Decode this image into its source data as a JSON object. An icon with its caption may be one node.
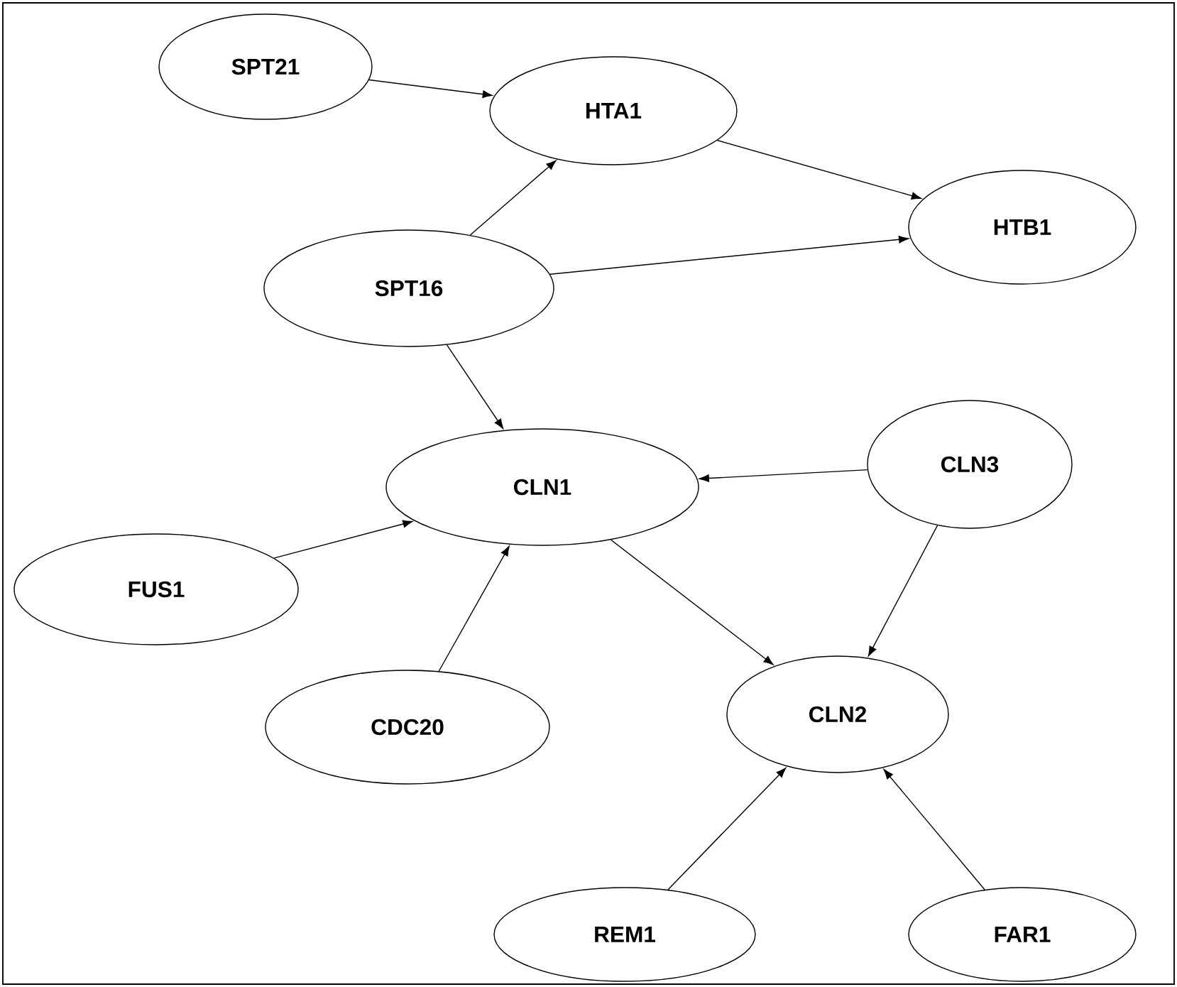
{
  "diagram": {
    "nodes": [
      {
        "text": [
          "SPT21"
        ]
      },
      {
        "text": [
          "HTA1"
        ]
      },
      {
        "text": [
          "HTB1"
        ]
      },
      {
        "text": [
          "SPT16"
        ]
      },
      {
        "text": [
          "CLN1"
        ]
      },
      {
        "text": [
          "CLN3"
        ]
      },
      {
        "text": [
          "FUS1"
        ]
      },
      {
        "text": [
          "CDC20"
        ]
      },
      {
        "text": [
          "CLN2"
        ]
      },
      {
        "text": [
          "REM1"
        ]
      },
      {
        "text": [
          "FAR1"
        ]
      }
    ],
    "edges": [
      {
        "from": 0,
        "to": 1,
        "arrow": "to"
      },
      {
        "from": 1,
        "to": 2,
        "arrow": "to"
      },
      {
        "from": 3,
        "to": 1,
        "arrow": "to"
      },
      {
        "from": 3,
        "to": 2,
        "arrow": "to"
      },
      {
        "from": 3,
        "to": 4,
        "arrow": "to"
      },
      {
        "from": 5,
        "to": 4,
        "arrow": "to"
      },
      {
        "from": 6,
        "to": 4,
        "arrow": "to"
      },
      {
        "from": 7,
        "to": 4,
        "arrow": "to"
      },
      {
        "from": 4,
        "to": 8,
        "arrow": "to"
      },
      {
        "from": 5,
        "to": 8,
        "arrow": "to"
      },
      {
        "from": 9,
        "to": 8,
        "arrow": "to"
      },
      {
        "from": 10,
        "to": 8,
        "arrow": "to"
      }
    ]
  }
}
